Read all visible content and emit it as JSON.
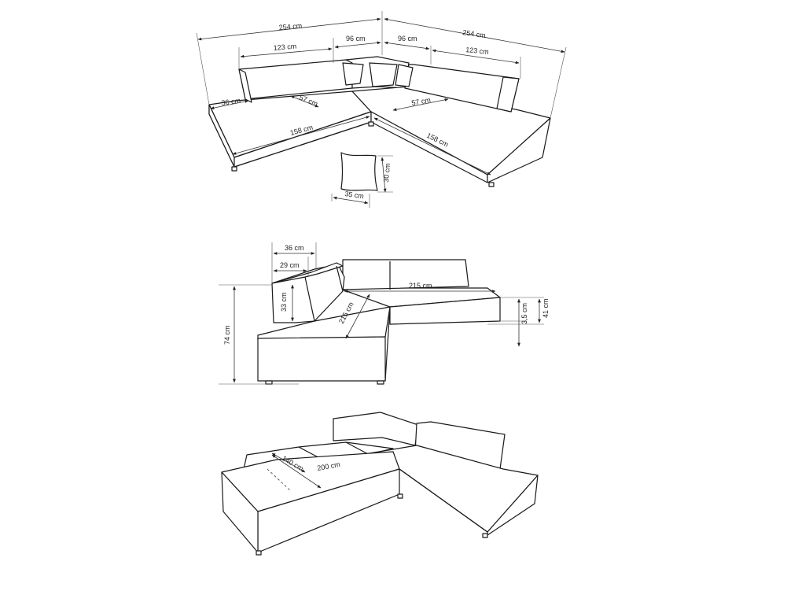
{
  "views": {
    "top": {
      "total_width_left": "254 cm",
      "total_width_right": "254 cm",
      "backrest_left": "123 cm",
      "corner_left": "96 cm",
      "corner_right": "96 cm",
      "backrest_right": "123 cm",
      "armrest_depth": "36 cm",
      "seat_depth_left": "57 cm",
      "seat_depth_right": "57 cm",
      "seat_length_left": "158 cm",
      "seat_length_right": "158 cm",
      "pillow_height": "30 cm",
      "pillow_width": "35 cm"
    },
    "side": {
      "arm_width": "36 cm",
      "arm_top": "29 cm",
      "arm_height": "33 cm",
      "total_height": "74 cm",
      "diagonal": "215 cm",
      "length": "215 cm",
      "leg_height": "3,5 cm",
      "seat_height": "41 cm"
    },
    "bed": {
      "bed_width": "140 cm",
      "bed_length": "200 cm"
    }
  }
}
